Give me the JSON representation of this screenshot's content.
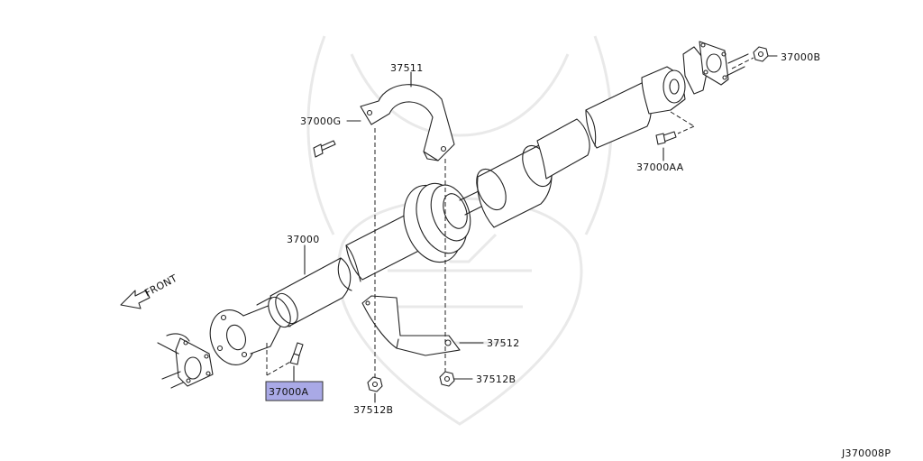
{
  "diagram_id": "J370008P",
  "front_label": "FRONT",
  "highlight_color": "#a9a9e6",
  "parts": {
    "p37511": "37511",
    "p37000G": "37000G",
    "p37000": "37000",
    "p37000A": "37000A",
    "p37512": "37512",
    "p37512B_right": "37512B",
    "p37512B_bottom": "37512B",
    "p37000B": "37000B",
    "p37000AA": "37000AA"
  }
}
